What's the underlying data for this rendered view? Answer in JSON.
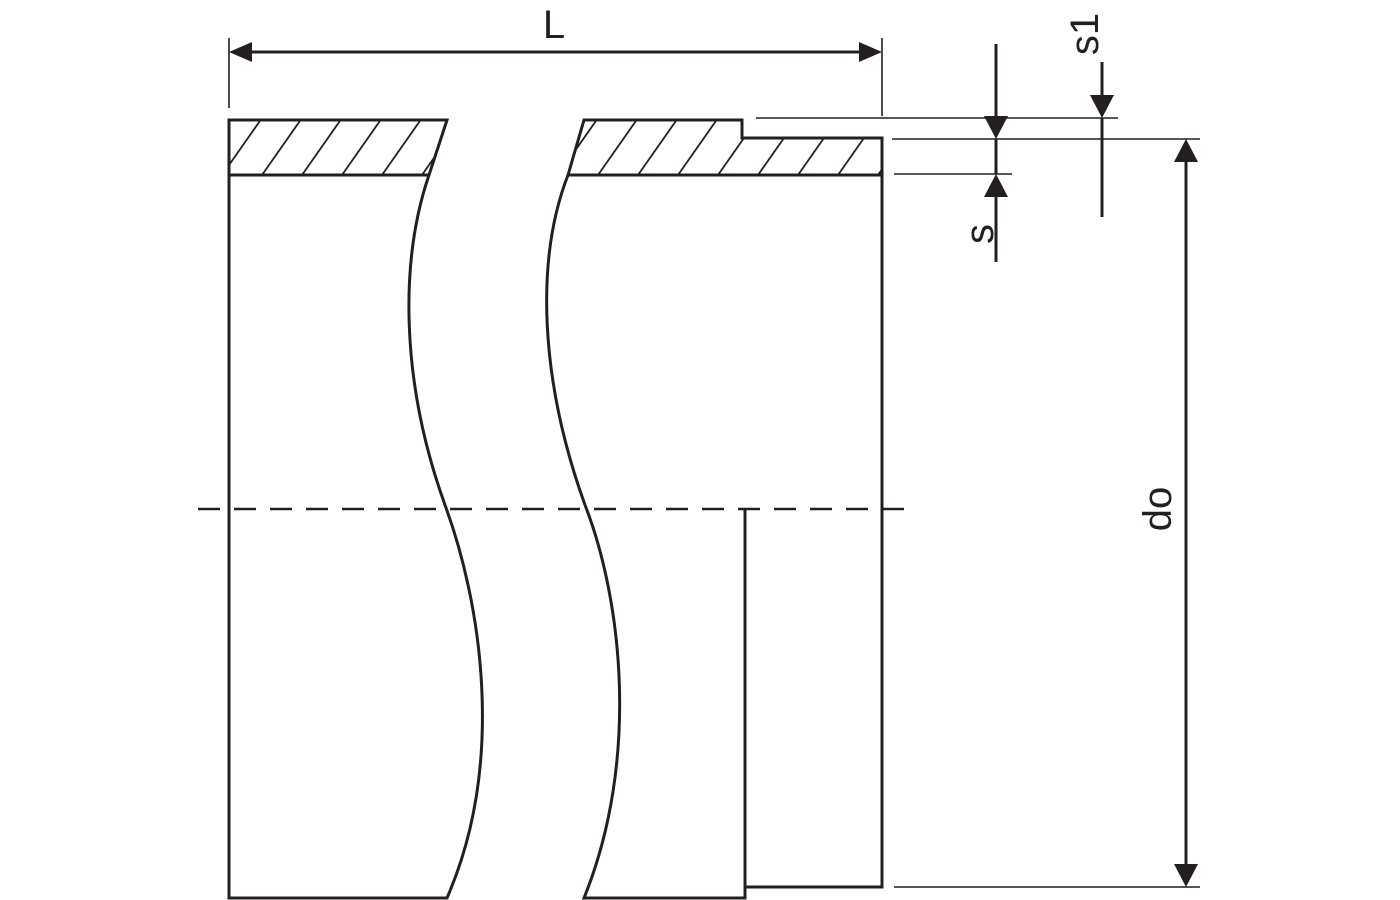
{
  "diagram": {
    "labels": {
      "length": "L",
      "wall_thickness": "s",
      "spigot_wall_thickness": "s1",
      "outer_diameter": "do"
    },
    "colors": {
      "line": "#231f20",
      "background": "#ffffff"
    }
  }
}
